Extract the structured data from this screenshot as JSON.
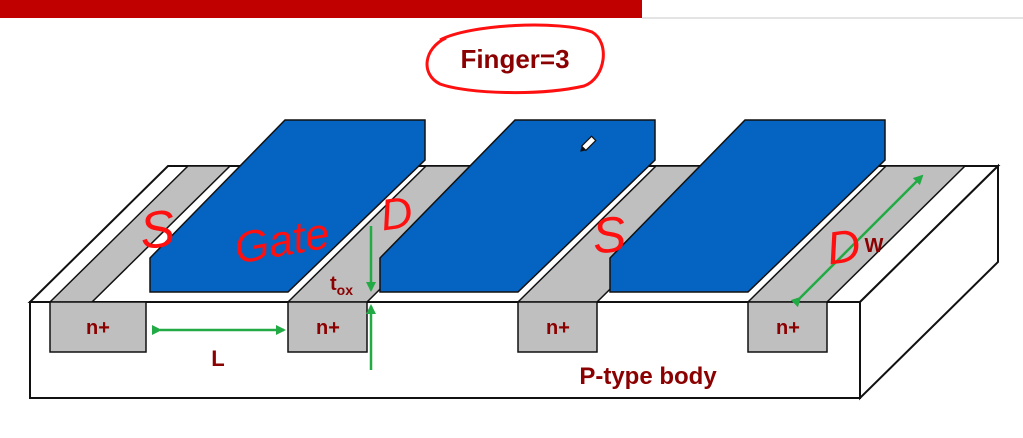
{
  "slide": {
    "title": "Finger=3",
    "body_label": "P-type body",
    "diffusion_label": "n+",
    "length_label": "L",
    "width_label": "W",
    "oxide_label_main": "t",
    "oxide_label_sub": "ox"
  },
  "handwriting": {
    "source1": "S",
    "gate": "Gate",
    "drain1": "D",
    "source2": "S",
    "drain2": "D"
  },
  "colors": {
    "top_bar": "#c00000",
    "gate": "#0563c1",
    "diffusion": "#bfbfbf",
    "label": "#8b0000",
    "arrow": "#22aa44",
    "ink": "#ff1010"
  }
}
